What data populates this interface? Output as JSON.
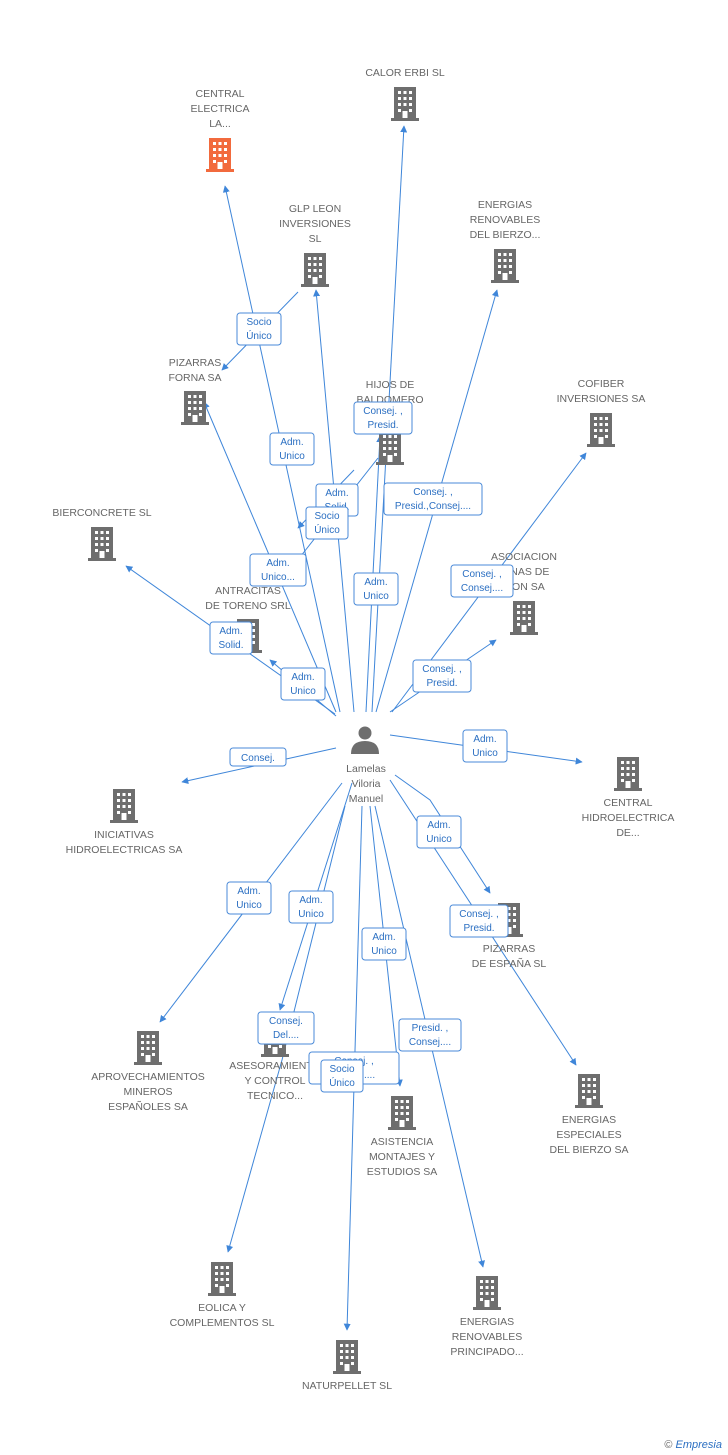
{
  "center": {
    "lines": [
      "Lamelas",
      "Viloria",
      "Manuel"
    ]
  },
  "companies": [
    {
      "id": "central_la",
      "lines": [
        "CENTRAL",
        "ELECTRICA",
        "LA..."
      ],
      "highlight": true
    },
    {
      "id": "calor_erbi",
      "lines": [
        "CALOR ERBI SL"
      ]
    },
    {
      "id": "glp_leon",
      "lines": [
        "GLP LEON",
        "INVERSIONES",
        "SL"
      ]
    },
    {
      "id": "energias_bierzo",
      "lines": [
        "ENERGIAS",
        "RENOVABLES",
        "DEL BIERZO..."
      ]
    },
    {
      "id": "pizarras_forna",
      "lines": [
        "PIZARRAS",
        "FORNA SA"
      ]
    },
    {
      "id": "hijos_baldomero",
      "lines": [
        "HIJOS DE",
        "BALDOMERO",
        "...A"
      ]
    },
    {
      "id": "cofiber",
      "lines": [
        "COFIBER",
        "INVERSIONES SA"
      ]
    },
    {
      "id": "bierconcrete",
      "lines": [
        "BIERCONCRETE SL"
      ]
    },
    {
      "id": "antracitas",
      "lines": [
        "ANTRACITAS",
        "DE TORENO SRL"
      ]
    },
    {
      "id": "asociacion",
      "lines": [
        "ASOCIACION",
        "...INAS DE",
        "...ON SA"
      ]
    },
    {
      "id": "iniciativas",
      "lines": [
        "INICIATIVAS",
        "HIDROELECTRICAS SA"
      ]
    },
    {
      "id": "central_hidro",
      "lines": [
        "CENTRAL",
        "HIDROELECTRICA",
        "DE..."
      ]
    },
    {
      "id": "pizarras_espana",
      "lines": [
        "PIZARRAS",
        "DE ESPAÑA SL"
      ]
    },
    {
      "id": "aprovechamientos",
      "lines": [
        "APROVECHAMIENTOS",
        "MINEROS",
        "ESPAÑOLES SA"
      ]
    },
    {
      "id": "asesoramiento",
      "lines": [
        "ASESORAMIENTO",
        "Y CONTROL",
        "TECNICO..."
      ]
    },
    {
      "id": "asistencia",
      "lines": [
        "ASISTENCIA",
        "MONTAJES Y",
        "ESTUDIOS SA"
      ]
    },
    {
      "id": "energias_especiales",
      "lines": [
        "ENERGIAS",
        "ESPECIALES",
        "DEL BIERZO SA"
      ]
    },
    {
      "id": "eolica",
      "lines": [
        "EOLICA Y",
        "COMPLEMENTOS SL"
      ]
    },
    {
      "id": "naturpellet",
      "lines": [
        "NATURPELLET SL"
      ]
    },
    {
      "id": "energias_principado",
      "lines": [
        "ENERGIAS",
        "RENOVABLES",
        "PRINCIPADO..."
      ]
    }
  ],
  "relations": [
    {
      "id": "r_glp_forna",
      "lines": [
        "Socio",
        "Único"
      ]
    },
    {
      "id": "r_central_la",
      "lines": [
        "Adm.",
        "Unico"
      ]
    },
    {
      "id": "r_glp_solid",
      "lines": [
        "Adm.",
        "Solid."
      ]
    },
    {
      "id": "r_glp_socio",
      "lines": [
        "Socio",
        "Único"
      ]
    },
    {
      "id": "r_hijos",
      "lines": [
        "Consej. ,",
        "Presid."
      ]
    },
    {
      "id": "r_energias_bierzo",
      "lines": [
        "Consej. ,",
        "Presid.,Consej...."
      ]
    },
    {
      "id": "r_forna",
      "lines": [
        "Adm.",
        "Unico..."
      ]
    },
    {
      "id": "r_calor",
      "lines": [
        "Adm.",
        "Unico"
      ]
    },
    {
      "id": "r_cofiber",
      "lines": [
        "Consej. ,",
        "Consej...."
      ]
    },
    {
      "id": "r_bierconcrete",
      "lines": [
        "Adm.",
        "Solid."
      ]
    },
    {
      "id": "r_antracitas",
      "lines": [
        "Adm.",
        "Unico"
      ]
    },
    {
      "id": "r_asociacion",
      "lines": [
        "Consej. ,",
        "Presid."
      ]
    },
    {
      "id": "r_iniciativas",
      "lines": [
        "Consej."
      ]
    },
    {
      "id": "r_central_hidro",
      "lines": [
        "Adm.",
        "Unico"
      ]
    },
    {
      "id": "r_pizarras_esp_adm",
      "lines": [
        "Adm.",
        "Unico"
      ]
    },
    {
      "id": "r_pizarras_esp_cons",
      "lines": [
        "Consej. ,",
        "Presid."
      ]
    },
    {
      "id": "r_aprovechamientos",
      "lines": [
        "Adm.",
        "Unico"
      ]
    },
    {
      "id": "r_asesoramiento_adm",
      "lines": [
        "Adm.",
        "Unico"
      ]
    },
    {
      "id": "r_asistencia",
      "lines": [
        "Adm.",
        "Unico"
      ]
    },
    {
      "id": "r_asesoramiento_cons",
      "lines": [
        "Consej.",
        "Del...."
      ]
    },
    {
      "id": "r_principado",
      "lines": [
        "Presid. ,",
        "Consej...."
      ]
    },
    {
      "id": "r_asist_cons",
      "lines": [
        "Consej. ,",
        "Consej...."
      ]
    },
    {
      "id": "r_naturpellet",
      "lines": [
        "Socio",
        "Único"
      ]
    }
  ],
  "colors": {
    "edge": "#3f86d9",
    "building": "#6e6e6e",
    "highlight": "#f26a3d",
    "label": "#666666",
    "person": "#6e6e6e"
  },
  "footer": {
    "copyright": "©",
    "brand": "Empresia"
  }
}
